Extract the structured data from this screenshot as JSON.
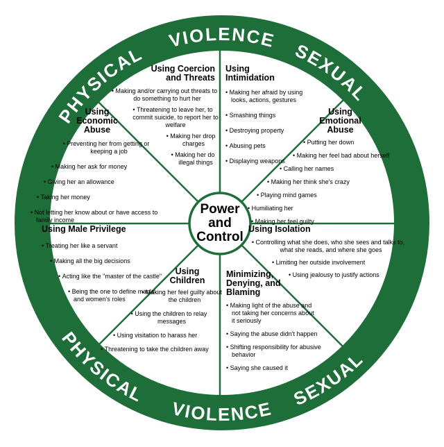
{
  "colors": {
    "green": "#1d6e38",
    "ring_text": "#ffffff",
    "text": "#000000"
  },
  "center": {
    "label": "Power and Control"
  },
  "ring": {
    "top": {
      "left": "PHYSICAL",
      "center": "VIOLENCE",
      "right": "SEXUAL"
    },
    "bottom": {
      "left": "PHYSICAL",
      "center": "VIOLENCE",
      "right": "SEXUAL"
    }
  },
  "sectors": [
    {
      "title": "Using Coercion and Threats",
      "bullets": [
        "Making and/or carrying out threats to do something to hurt her",
        "Threatening to leave her, to commit suicide, to report her to welfare",
        "Making her drop charges",
        "Making her do illegal things"
      ]
    },
    {
      "title": "Using Intimidation",
      "bullets": [
        "Making her afraid by using looks, actions, gestures",
        "Smashing things",
        "Destroying property",
        "Abusing pets",
        "Displaying weapons"
      ]
    },
    {
      "title": "Using Emotional Abuse",
      "bullets": [
        "Putting her down",
        "Making her feel bad about herself",
        "Calling her names",
        "Making her think she's crazy",
        "Playing mind games",
        "Humiliating her",
        "Making her feel guilty"
      ]
    },
    {
      "title": "Using Isolation",
      "bullets": [
        "Controlling what she does, who she sees and talks to, what she reads, and where she goes",
        "Limiting her outside involvement",
        "Using jealousy to justify actions"
      ]
    },
    {
      "title": "Minimizing, Denying, and Blaming",
      "bullets": [
        "Making light of the abuse and not taking her concerns about it seriously",
        "Saying the abuse didn't happen",
        "Shifting responsibility for abusive behavior",
        "Saying she caused it"
      ]
    },
    {
      "title": "Using Children",
      "bullets": [
        "Making her feel guilty about the children",
        "Using the children to relay messages",
        "Using visitation to harass her",
        "Threatening to take the children away"
      ]
    },
    {
      "title": "Using Male Privilege",
      "bullets": [
        "Treating her like a servant",
        "Making all the big decisions",
        "Acting like the \"master of the castle\"",
        "Being the one to define man's and women's roles"
      ]
    },
    {
      "title": "Using Economic Abuse",
      "bullets": [
        "Preventing her from getting or keeping a job",
        "Making her ask for money",
        "Giving her an allowance",
        "Taking her money",
        "Not letting her know about or have access to family income"
      ]
    }
  ]
}
